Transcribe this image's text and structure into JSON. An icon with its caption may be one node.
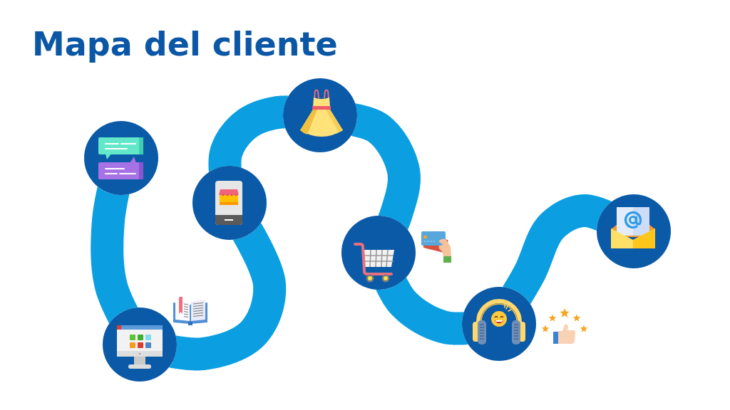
{
  "diagram": {
    "title": "Mapa del cliente",
    "nodes": [
      {
        "text": [],
        "shape": "circle"
      },
      {
        "text": [],
        "shape": "circle"
      },
      {
        "text": [],
        "shape": "circle"
      },
      {
        "text": [],
        "shape": "circle"
      },
      {
        "text": [],
        "shape": "circle"
      },
      {
        "text": [],
        "shape": "circle"
      },
      {
        "text": [],
        "shape": "circle"
      }
    ],
    "edges": [
      {
        "from": 0,
        "to": 1,
        "arrow": "none"
      },
      {
        "from": 1,
        "to": 2,
        "arrow": "none"
      },
      {
        "from": 2,
        "to": 3,
        "arrow": "none"
      },
      {
        "from": 3,
        "to": 4,
        "arrow": "none"
      },
      {
        "from": 4,
        "to": 5,
        "arrow": "none"
      },
      {
        "from": 5,
        "to": 6,
        "arrow": "none"
      }
    ]
  }
}
